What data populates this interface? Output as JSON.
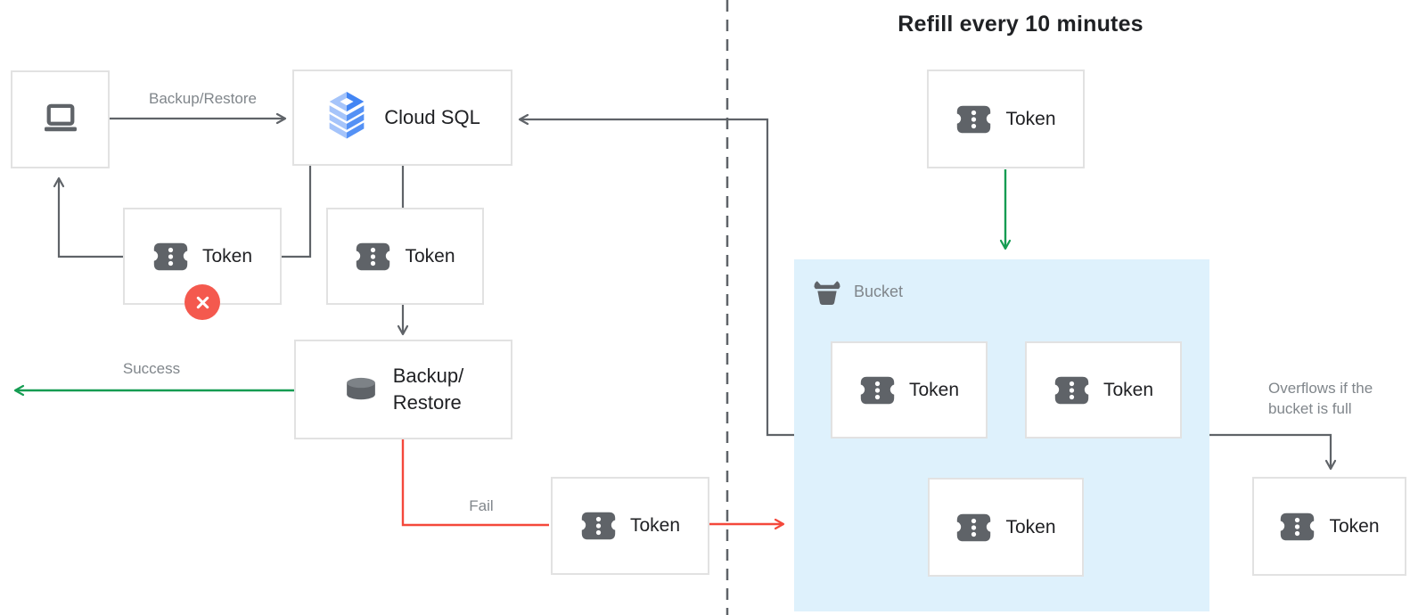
{
  "diagram": {
    "title": "Refill every 10 minutes",
    "token_label": "Token",
    "nodes": {
      "cloud_sql": "Cloud SQL",
      "backup_restore_line1": "Backup/",
      "backup_restore_line2": "Restore",
      "bucket": "Bucket"
    },
    "edge_labels": {
      "backup_restore": "Backup/Restore",
      "success": "Success",
      "fail": "Fail",
      "overflow": "Overflows if the bucket is full"
    },
    "icons": {
      "client": "laptop-icon",
      "token": "token-icon",
      "backup": "database-icon",
      "bucket": "bucket-icon",
      "cloud_sql": "cloud-sql-stack-icon",
      "error_badge": "error-x-icon"
    },
    "colors": {
      "green": "#159c52",
      "red": "#f4483b",
      "error_badge": "#f4594e",
      "arrow_gray": "#5f6368",
      "label_gray": "#80868b",
      "bucket_fill": "#def1fc",
      "box_border": "#e2e2e2",
      "icon_gray": "#5f6368",
      "text_dark": "#202124",
      "blue_dark": "#4285f4",
      "blue_light": "#a5c4fa"
    }
  }
}
